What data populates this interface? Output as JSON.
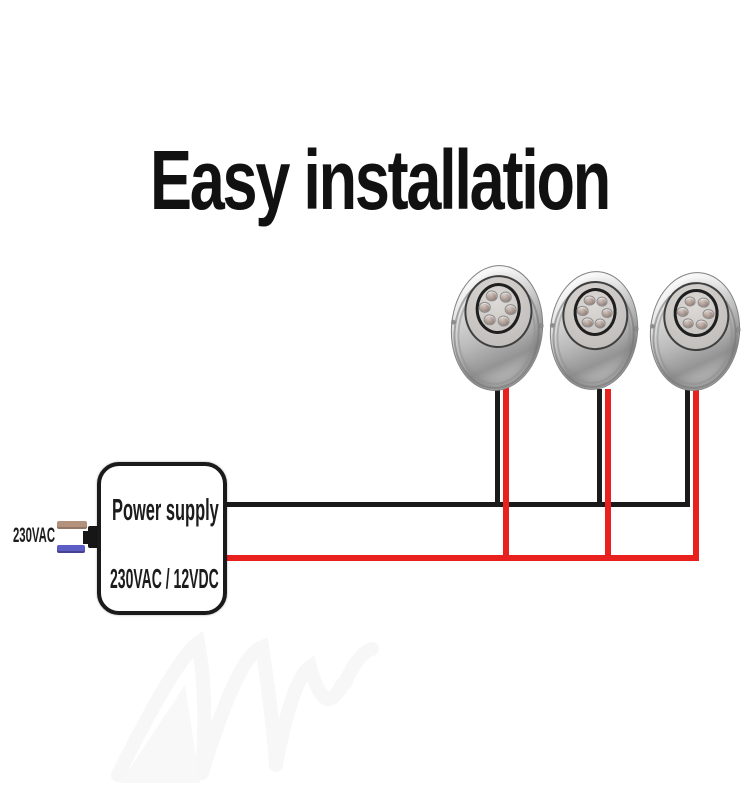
{
  "title": "Easy installation",
  "power_supply": {
    "name_label": "Power supply",
    "spec_label": "230VAC / 12VDC"
  },
  "mains": {
    "voltage_label": "230VAC"
  },
  "diagram": {
    "light_count": 3,
    "leds_per_light": 6
  },
  "colors": {
    "positive_wire": "#e8201e",
    "negative_wire": "#1a1a1a",
    "mains_live_wire": "#b4917a",
    "mains_neutral_wire": "#5d5dc6"
  }
}
